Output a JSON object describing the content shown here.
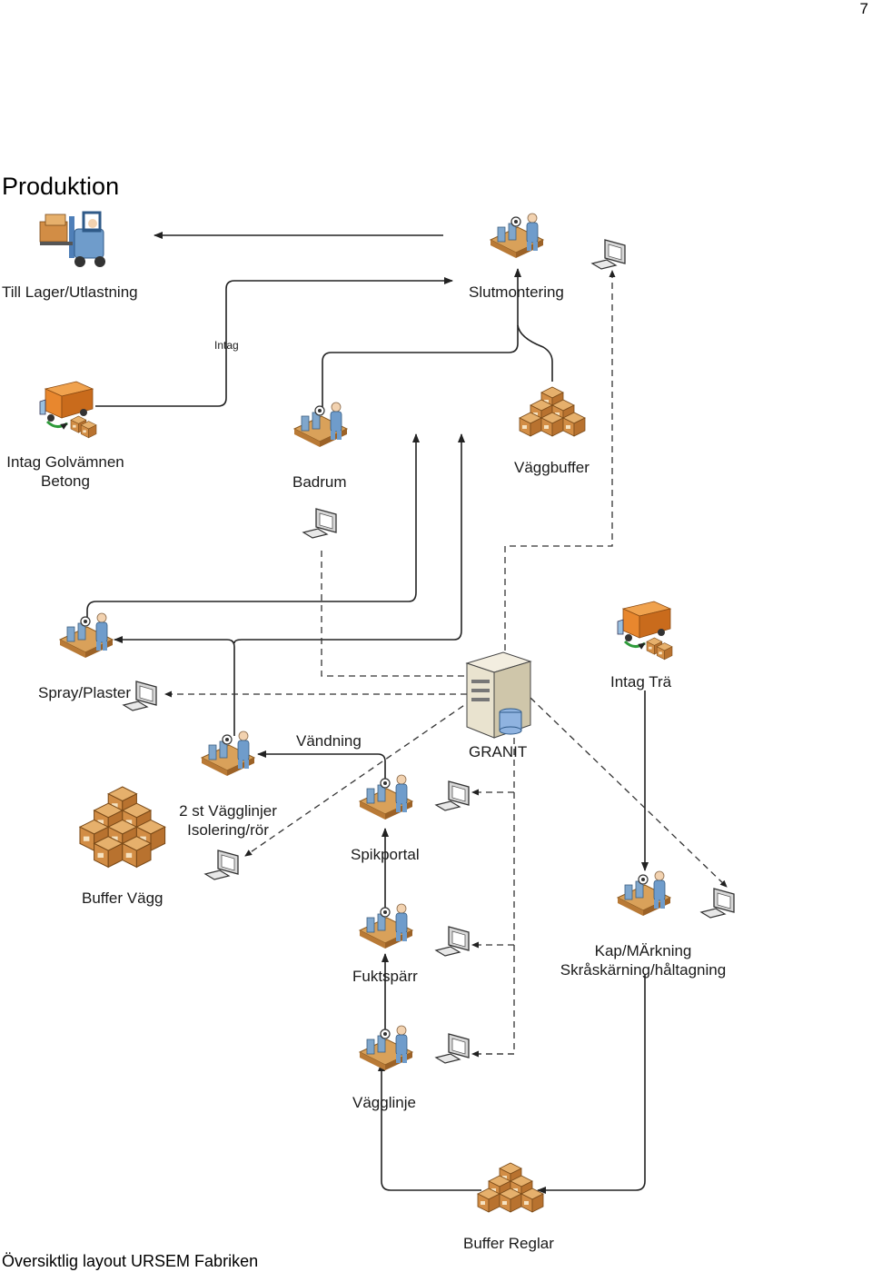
{
  "page_number": "7",
  "heading": "Produktion",
  "footer": "Översiktlig layout URSEM Fabriken",
  "labels": {
    "lager": "Till Lager/Utlastning",
    "slutmontering": "Slutmontering",
    "intag_arrow": "Intag",
    "intag_golv_1": "Intag Golvämnen",
    "intag_golv_2": "Betong",
    "badrum": "Badrum",
    "vaggbuffer": "Väggbuffer",
    "spray": "Spray/Plaster",
    "intag_tra": "Intag Trä",
    "granit": "GRANIT",
    "vandning": "Vändning",
    "vagglinjer_1": "2 st Vägglinjer",
    "vagglinjer_2": "Isolering/rör",
    "spikportal": "Spikportal",
    "buffer_vagg": "Buffer Vägg",
    "fuktsparr": "Fuktspärr",
    "kap_1": "Kap/MÄrkning",
    "kap_2": "Skråskärning/håltagning",
    "vagglinje": "Vägglinje",
    "buffer_reglar": "Buffer Reglar"
  },
  "colors": {
    "box": "#d99a4e",
    "box_dark": "#a8682a",
    "worker": "#7fa6cc",
    "truck": "#e8872e",
    "server": "#e9e3cf",
    "line": "#222222"
  }
}
